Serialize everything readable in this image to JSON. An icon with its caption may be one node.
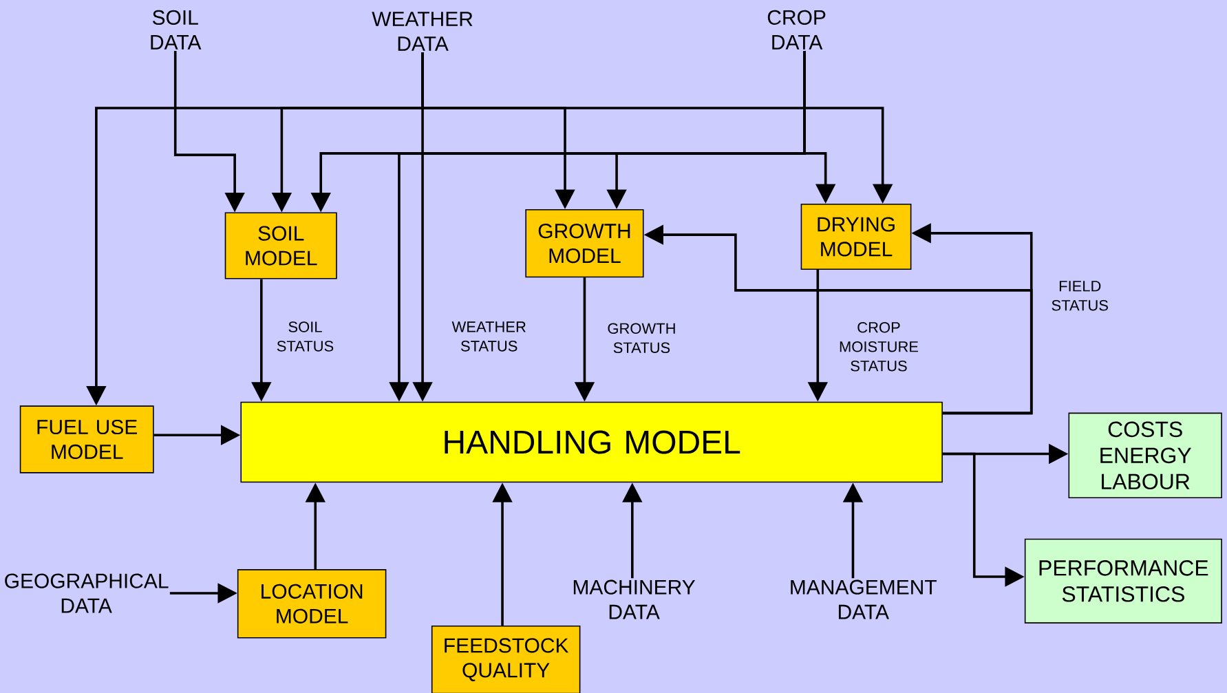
{
  "diagram": {
    "nodes": [
      {
        "text": [
          "SOIL DATA"
        ]
      },
      {
        "text": [
          "WEATHER DATA"
        ]
      },
      {
        "text": [
          "CROP DATA"
        ]
      },
      {
        "text": [
          "SOIL MODEL"
        ]
      },
      {
        "text": [
          "GROWTH MODEL"
        ]
      },
      {
        "text": [
          "DRYING MODEL"
        ]
      },
      {
        "text": [
          "FUEL USE MODEL"
        ]
      },
      {
        "text": [
          "HANDLING MODEL"
        ]
      },
      {
        "text": [
          "COSTS ENERGY LABOUR"
        ]
      },
      {
        "text": [
          "PERFORMANCE STATISTICS"
        ]
      },
      {
        "text": [
          "GEOGRAPHICAL DATA"
        ]
      },
      {
        "text": [
          "LOCATION MODEL"
        ]
      },
      {
        "text": [
          "FEEDSTOCK QUALITY"
        ]
      },
      {
        "text": [
          "MACHINERY DATA"
        ]
      },
      {
        "text": [
          "MANAGEMENT DATA"
        ]
      }
    ],
    "edges": [
      {
        "from": 0,
        "to": 3,
        "arrow": "to"
      },
      {
        "from": 1,
        "to": 6,
        "arrow": "to"
      },
      {
        "from": 1,
        "to": 3,
        "arrow": "to"
      },
      {
        "from": 1,
        "to": 4,
        "arrow": "to"
      },
      {
        "from": 1,
        "to": 5,
        "arrow": "to"
      },
      {
        "from": 1,
        "to": 7,
        "arrow": "to",
        "label": "WEATHER STATUS"
      },
      {
        "from": 2,
        "to": 3,
        "arrow": "to"
      },
      {
        "from": 2,
        "to": 7,
        "arrow": "to"
      },
      {
        "from": 2,
        "to": 4,
        "arrow": "to"
      },
      {
        "from": 2,
        "to": 5,
        "arrow": "to"
      },
      {
        "from": 3,
        "to": 7,
        "arrow": "to",
        "label": "SOIL STATUS"
      },
      {
        "from": 4,
        "to": 7,
        "arrow": "to",
        "label": "GROWTH STATUS"
      },
      {
        "from": 5,
        "to": 7,
        "arrow": "to",
        "label": "CROP MOISTURE STATUS"
      },
      {
        "from": 7,
        "to": 4,
        "arrow": "to",
        "label": "FIELD STATUS"
      },
      {
        "from": 7,
        "to": 5,
        "arrow": "to"
      },
      {
        "from": 6,
        "to": 7,
        "arrow": "to"
      },
      {
        "from": 7,
        "to": 8,
        "arrow": "to"
      },
      {
        "from": 7,
        "to": 9,
        "arrow": "to"
      },
      {
        "from": 10,
        "to": 11,
        "arrow": "to"
      },
      {
        "from": 11,
        "to": 7,
        "arrow": "to"
      },
      {
        "from": 12,
        "to": 7,
        "arrow": "to"
      },
      {
        "from": 13,
        "to": 7,
        "arrow": "to"
      },
      {
        "from": 14,
        "to": 7,
        "arrow": "to"
      }
    ]
  }
}
